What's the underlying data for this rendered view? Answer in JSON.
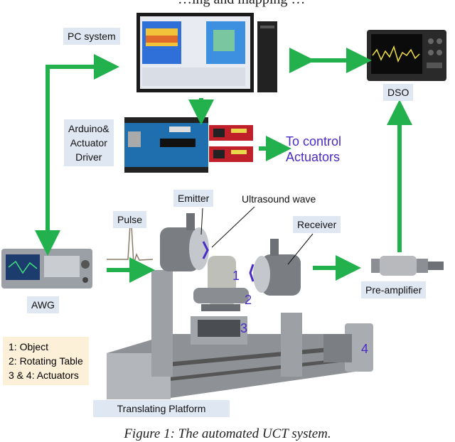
{
  "header": {
    "text": "…ing and mapping …"
  },
  "nodes": {
    "pc": "PC system",
    "dso": "DSO",
    "arduino": "Arduino&\nActuator\nDriver",
    "control": "To control\nActuators",
    "emitter": "Emitter",
    "wave": "Ultrasound wave",
    "receiver": "Receiver",
    "pulse": "Pulse",
    "awg": "AWG",
    "preamp": "Pre-amplifier",
    "platform": "Translating Platform"
  },
  "numbers": {
    "n1": "1",
    "n2": "2",
    "n3": "3",
    "n4": "4"
  },
  "legend": [
    "1: Object",
    "2: Rotating Table",
    "3 & 4: Actuators"
  ],
  "caption": "Figure 1: The automated UCT system.",
  "colors": {
    "arrow": "#22b14c",
    "label_bg": "#dfe7f2",
    "legend_bg": "#fdf0d8",
    "accent_text": "#4a2bc7"
  }
}
